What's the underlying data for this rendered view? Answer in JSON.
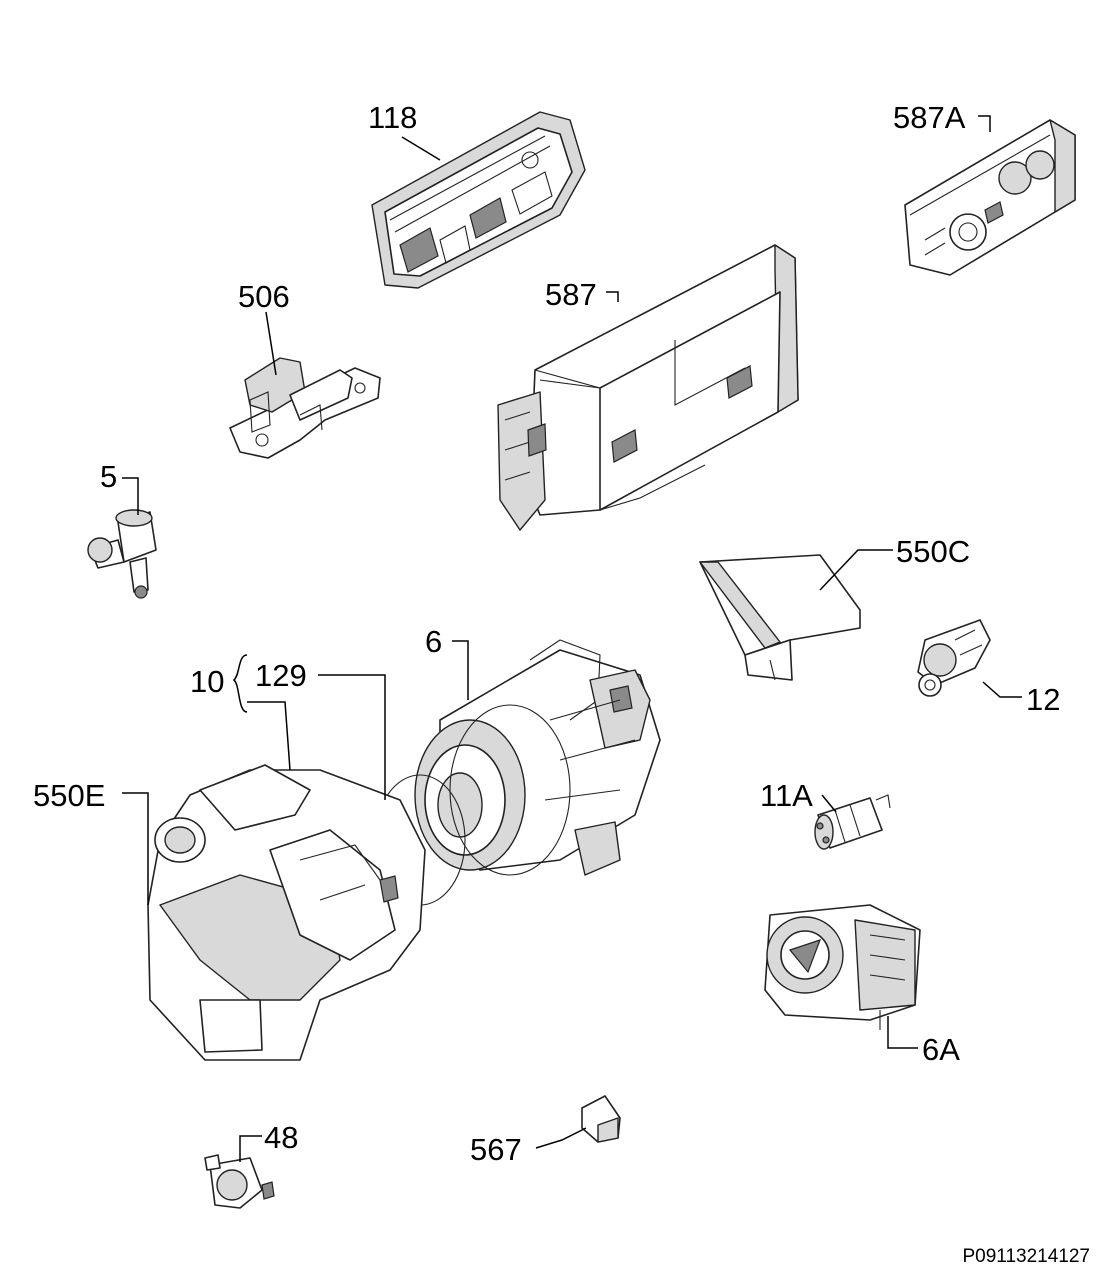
{
  "callouts": {
    "c118": "118",
    "c587A": "587A",
    "c506": "506",
    "c587": "587",
    "c5": "5",
    "c550C": "550C",
    "c6": "6",
    "c10": "10",
    "c129": "129",
    "c12": "12",
    "c550E": "550E",
    "c11A": "11A",
    "c6A": "6A",
    "c48": "48",
    "c567": "567"
  },
  "drawing_code": "P09113214127"
}
